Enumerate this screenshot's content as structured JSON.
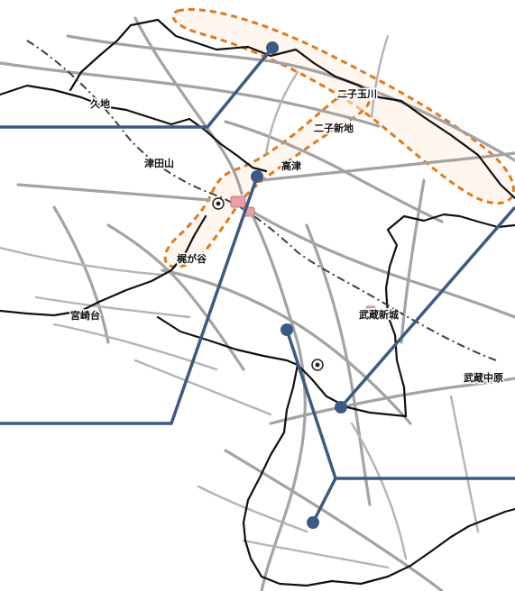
{
  "map": {
    "station_labels": {
      "kuji": "久地",
      "futako_tamagawa": "二子玉川",
      "futako_shinchi": "二子新地",
      "tsudayama": "津田山",
      "takatsu": "高津",
      "kajigaya": "梶が谷",
      "miyazakidai": "宮崎台",
      "musashi_shinjo": "武蔵新城",
      "musashi_nakahara": "武蔵中原"
    },
    "colors": {
      "zone_outline": "#e07a1f",
      "zone_fill": "#fdeee2",
      "leader_line": "#3d5a85",
      "road": "#a3a3a3",
      "boundary": "#111111",
      "station_marker": "#e8a0a8"
    }
  }
}
